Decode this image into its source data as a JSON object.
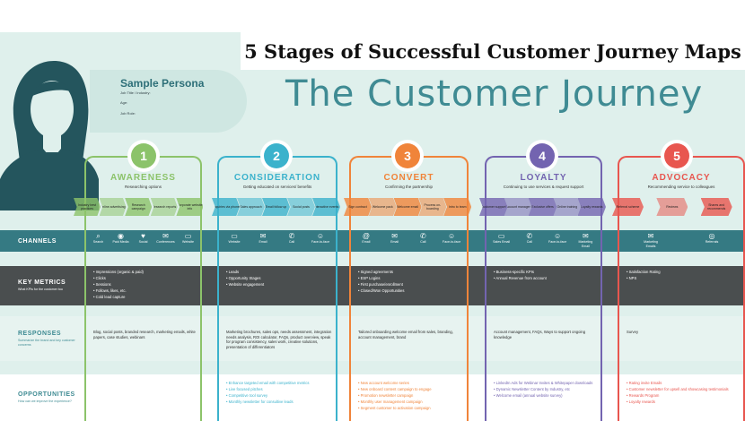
{
  "header": {
    "title": "5 Stages of Successful Customer Journey Maps"
  },
  "heading": "The Customer Journey",
  "persona": {
    "name": "Sample Persona",
    "lines": [
      "Job Title / Industry:",
      "Age:",
      "Job Role:"
    ]
  },
  "colors": {
    "background": "#dff0ec",
    "teal_band": "#357a83",
    "dark_band": "#4a4e4f",
    "accent_teal": "#3f8b93"
  },
  "stages": [
    {
      "num": "1",
      "title": "AWARENESS",
      "sub": "Researching options",
      "color": "#8cc36a",
      "touchpoints": [
        "Industry best practices",
        "Online advertising",
        "Research campaign",
        "Research reports",
        "Corporate website info"
      ]
    },
    {
      "num": "2",
      "title": "CONSIDERATION",
      "sub": "Getting educated on services/ benefits",
      "color": "#3bb2cc",
      "touchpoints": [
        "Enquiries via phone",
        "Sales approach",
        "Email follow up",
        "Social posts",
        "Interactive events"
      ]
    },
    {
      "num": "3",
      "title": "CONVERT",
      "sub": "Confirming the partnership",
      "color": "#f0843a",
      "touchpoints": [
        "Sign contract",
        "Welcome pack",
        "Welcome email",
        "Process on-boarding",
        "Intro to team"
      ]
    },
    {
      "num": "4",
      "title": "LOYALTY",
      "sub": "Continuing to use services & request support",
      "color": "#7364b0",
      "touchpoints": [
        "Customer support",
        "Account manager",
        "Exclusive offers",
        "Online training",
        "Loyalty rewards"
      ]
    },
    {
      "num": "5",
      "title": "ADVOCACY",
      "sub": "Recommending service to colleagues",
      "color": "#e8564f",
      "touchpoints": [
        "Referral scheme",
        "Reviews",
        "Shares and recommends"
      ]
    }
  ],
  "rows": {
    "channels": {
      "label": "CHANNELS"
    },
    "metrics": {
      "label": "KEY METRICS",
      "sub": "What KPIs for the customer too"
    },
    "responses": {
      "label": "RESPONSES",
      "sub": "Summarize the brand and key customer concerns"
    },
    "opportunities": {
      "label": "OPPORTUNITIES",
      "sub": "How can we improve the experience?"
    }
  },
  "channels": [
    [
      {
        "icon": "⌕",
        "label": "Search"
      },
      {
        "icon": "◉",
        "label": "Paid Media"
      },
      {
        "icon": "♥",
        "label": "Social"
      },
      {
        "icon": "✉",
        "label": "Conferences"
      },
      {
        "icon": "▭",
        "label": "Website"
      }
    ],
    [
      {
        "icon": "▭",
        "label": "Website"
      },
      {
        "icon": "✉",
        "label": "Email"
      },
      {
        "icon": "✆",
        "label": "Call"
      },
      {
        "icon": "☺",
        "label": "Face-to-face"
      }
    ],
    [
      {
        "icon": "@",
        "label": "Email"
      },
      {
        "icon": "✉",
        "label": "Email"
      },
      {
        "icon": "✆",
        "label": "Call"
      },
      {
        "icon": "☺",
        "label": "Face-to-face"
      }
    ],
    [
      {
        "icon": "▭",
        "label": "Sales Email"
      },
      {
        "icon": "✆",
        "label": "Call"
      },
      {
        "icon": "☺",
        "label": "Face-to-face"
      },
      {
        "icon": "✉",
        "label": "Marketing Email"
      }
    ],
    [
      {
        "icon": "✉",
        "label": "Marketing Emails"
      },
      {
        "icon": "◎",
        "label": "Referrals"
      }
    ]
  ],
  "metrics": [
    [
      "Impressions (organic & paid)",
      "Clicks",
      "Sessions",
      "Follows, likes, etc.",
      "Cold lead capture"
    ],
    [
      "Leads",
      "Opportunity Stages",
      "Website engagement"
    ],
    [
      "Signed agreements",
      "ESP Logins",
      "First purchase/enrollment",
      "Closed/Won Opportunities"
    ],
    [
      "Business-specific KPIs",
      "Annual Revenue from account"
    ],
    [
      "Satisfaction Rating",
      "NPS"
    ]
  ],
  "responses": [
    "Blog, social posts, branded research, marketing emails, white papers, case studies, webinars",
    "Marketing brochures, sales ops, needs assessment, integration needs analysis, ROI calculator, FAQs, product overview, speak for program consistency, sales work, creative solutions, presentation of differentiators",
    "Tailored onboarding welcome email from sales, branding, account management, brand",
    "Account management, FAQs, Ways to support ongoing knowledge",
    "Survey"
  ],
  "opportunities": [
    [],
    [
      "Enhance targeted email with competitive metrics",
      "Live focused pitches",
      "Competitive tool survey",
      "Monthly newsletter for consultive leads"
    ],
    [
      "New account welcome series",
      "New onboard content campaign to engage",
      "Promotion newsletter campaign",
      "Monthly user management campaign",
      "Segment customer to activation campaign"
    ],
    [
      "LinkedIn Ads for Webinar Invites & Whitepaper downloads",
      "Dynamic Newsletter Content by Industry, etc",
      "Welcome email (annual website survey)"
    ],
    [
      "Rating invite Emails",
      "Customer newsletter for upsell and showcasing testimonials",
      "Rewards Program",
      "Loyalty rewards"
    ]
  ]
}
